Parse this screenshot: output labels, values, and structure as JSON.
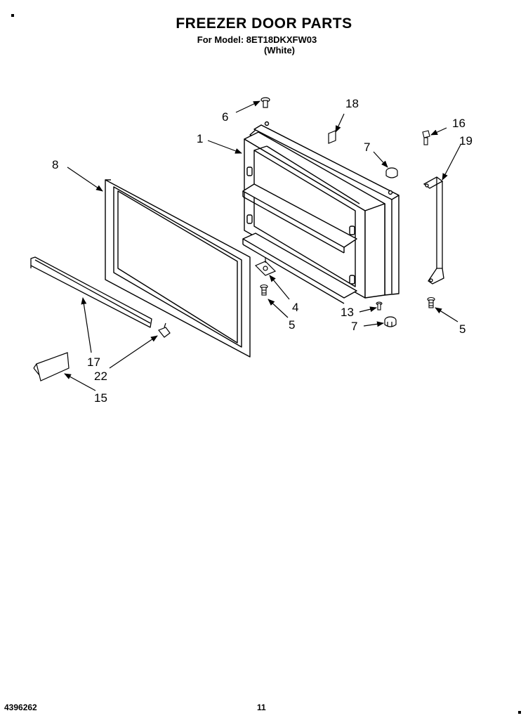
{
  "header": {
    "title": "FREEZER DOOR PARTS",
    "model_line": "For Model: 8ET18DKXFW03",
    "color_line": "(White)"
  },
  "footer": {
    "doc_number": "4396262",
    "page_number": "11"
  },
  "callouts": {
    "c1": "1",
    "c4": "4",
    "c5a": "5",
    "c5b": "5",
    "c6": "6",
    "c7a": "7",
    "c7b": "7",
    "c8": "8",
    "c13": "13",
    "c15": "15",
    "c16": "16",
    "c17": "17",
    "c18": "18",
    "c19": "19",
    "c22": "22"
  }
}
